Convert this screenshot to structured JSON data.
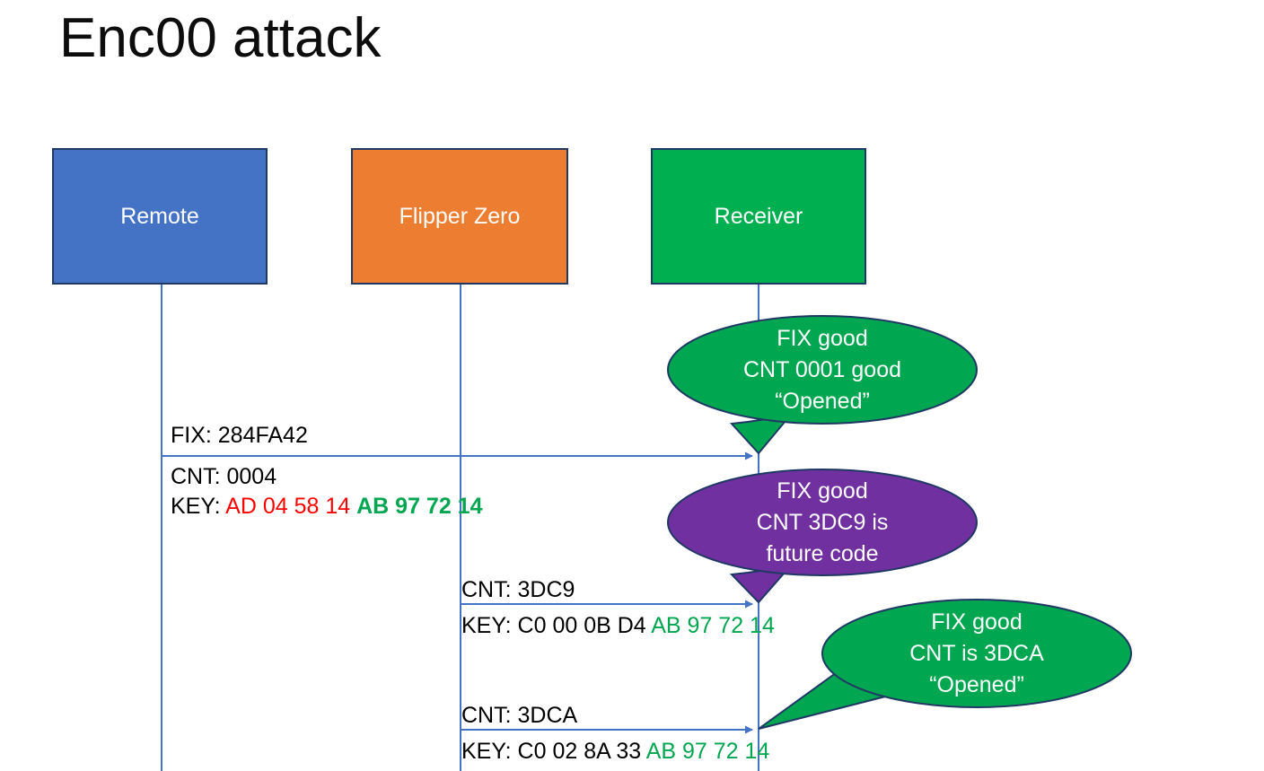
{
  "title": "Enc00 attack",
  "colors": {
    "remote": "#4472C4",
    "flipper": "#ED7D31",
    "receiver": "#00AF50",
    "bubble_green": "#00A650",
    "bubble_purple": "#7030A0",
    "border": "#1F3864",
    "lifeline": "#4472C4",
    "text_red": "#FF0000",
    "text_green": "#00A650",
    "text_black": "#000000"
  },
  "actors": [
    {
      "id": "remote",
      "label": "Remote"
    },
    {
      "id": "flipper",
      "label": "Flipper Zero"
    },
    {
      "id": "receiver",
      "label": "Receiver"
    }
  ],
  "messages": [
    {
      "id": "msg-1-fix",
      "lines": [
        {
          "segments": [
            {
              "text": "FIX: 284FA42",
              "color": "black"
            }
          ]
        }
      ]
    },
    {
      "id": "msg-1-cnt-key",
      "lines": [
        {
          "segments": [
            {
              "text": "CNT: 0004",
              "color": "black"
            }
          ]
        },
        {
          "segments": [
            {
              "text": "KEY: ",
              "color": "black"
            },
            {
              "text": "AD 04 58 14 ",
              "color": "red"
            },
            {
              "text": "AB 97 72 14",
              "color": "green-bold"
            }
          ]
        }
      ]
    },
    {
      "id": "msg-2",
      "lines": [
        {
          "segments": [
            {
              "text": "CNT: 3DC9",
              "color": "black"
            }
          ]
        },
        {
          "segments": [
            {
              "text": "KEY: C0 00 0B D4 ",
              "color": "black"
            },
            {
              "text": "AB 97 72 14",
              "color": "green"
            }
          ]
        }
      ]
    },
    {
      "id": "msg-3",
      "lines": [
        {
          "segments": [
            {
              "text": "CNT: 3DCA",
              "color": "black"
            }
          ]
        },
        {
          "segments": [
            {
              "text": "KEY: C0 02 8A 33 ",
              "color": "black"
            },
            {
              "text": "AB 97 72 14",
              "color": "green"
            }
          ]
        }
      ]
    }
  ],
  "callouts": [
    {
      "id": "callout-1",
      "color": "green",
      "lines": [
        "FIX good",
        "CNT 0001 good",
        "“Opened”"
      ]
    },
    {
      "id": "callout-2",
      "color": "purple",
      "lines": [
        "FIX good",
        "CNT 3DC9 is",
        "future code"
      ]
    },
    {
      "id": "callout-3",
      "color": "green",
      "lines": [
        "FIX good",
        "CNT is 3DCA",
        "“Opened”"
      ]
    }
  ],
  "msg1_fix_line": "FIX: 284FA42",
  "msg1_cnt_line": "CNT: 0004",
  "msg1_key_prefix": "KEY: ",
  "msg1_key_red": "AD 04 58 14 ",
  "msg1_key_green": "AB 97 72 14",
  "msg2_cnt_line": "CNT: 3DC9",
  "msg2_key_prefix": "KEY: C0 00 0B D4 ",
  "msg2_key_green": "AB 97 72 14",
  "msg3_cnt_line": "CNT: 3DCA",
  "msg3_key_prefix": "KEY: C0 02 8A 33 ",
  "msg3_key_green": "AB 97 72 14",
  "callout1_l1": "FIX good",
  "callout1_l2": "CNT 0001 good",
  "callout1_l3": "“Opened”",
  "callout2_l1": "FIX good",
  "callout2_l2": "CNT 3DC9 is",
  "callout2_l3": "future code",
  "callout3_l1": "FIX good",
  "callout3_l2": "CNT is 3DCA",
  "callout3_l3": "“Opened”"
}
